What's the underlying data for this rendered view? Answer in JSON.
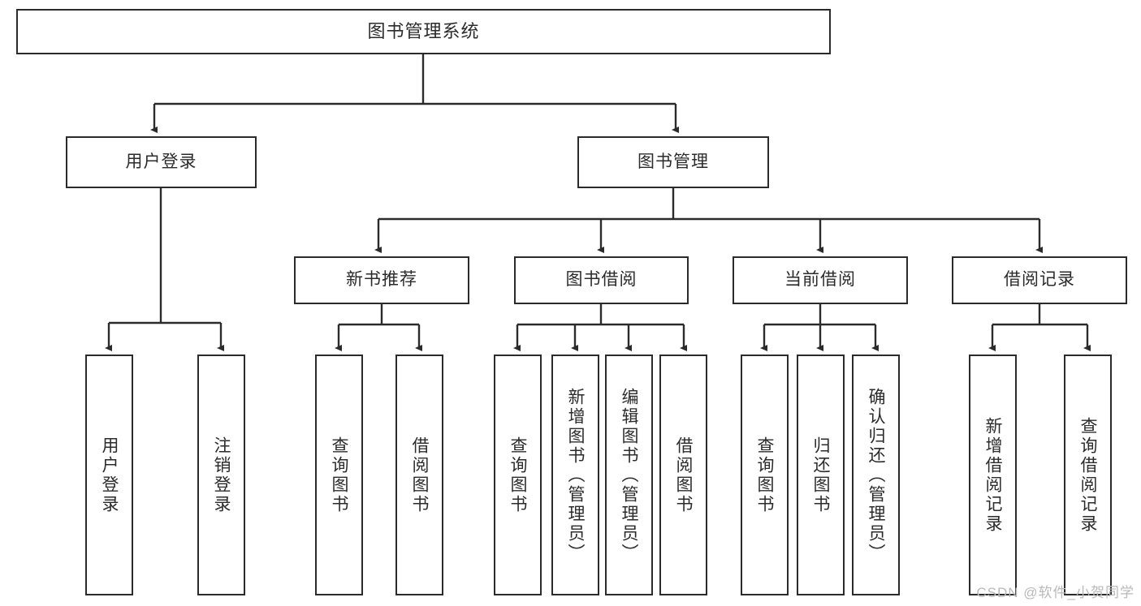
{
  "diagram": {
    "title": "图书管理系统",
    "watermark": "CSDN @软件_小贺同学",
    "stroke_color": "#2b2b2b",
    "background_color": "#ffffff",
    "root": {
      "label": "图书管理系统"
    },
    "level1": [
      {
        "label": "用户登录"
      },
      {
        "label": "图书管理"
      }
    ],
    "level2": [
      {
        "label": "新书推荐"
      },
      {
        "label": "图书借阅"
      },
      {
        "label": "当前借阅"
      },
      {
        "label": "借阅记录"
      }
    ],
    "leaves": {
      "user_login": [
        {
          "label": "用户登录"
        },
        {
          "label": "注销登录"
        }
      ],
      "new_book_recommend": [
        {
          "label": "查询图书"
        },
        {
          "label": "借阅图书"
        }
      ],
      "book_borrow": [
        {
          "label": "查询图书"
        },
        {
          "label": "新增图书（管理员）"
        },
        {
          "label": "编辑图书（管理员）"
        },
        {
          "label": "借阅图书"
        }
      ],
      "current_borrow": [
        {
          "label": "查询图书"
        },
        {
          "label": "归还图书"
        },
        {
          "label": "确认归还（管理员）"
        }
      ],
      "borrow_record": [
        {
          "label": "新增借阅记录"
        },
        {
          "label": "查询借阅记录"
        }
      ]
    }
  }
}
